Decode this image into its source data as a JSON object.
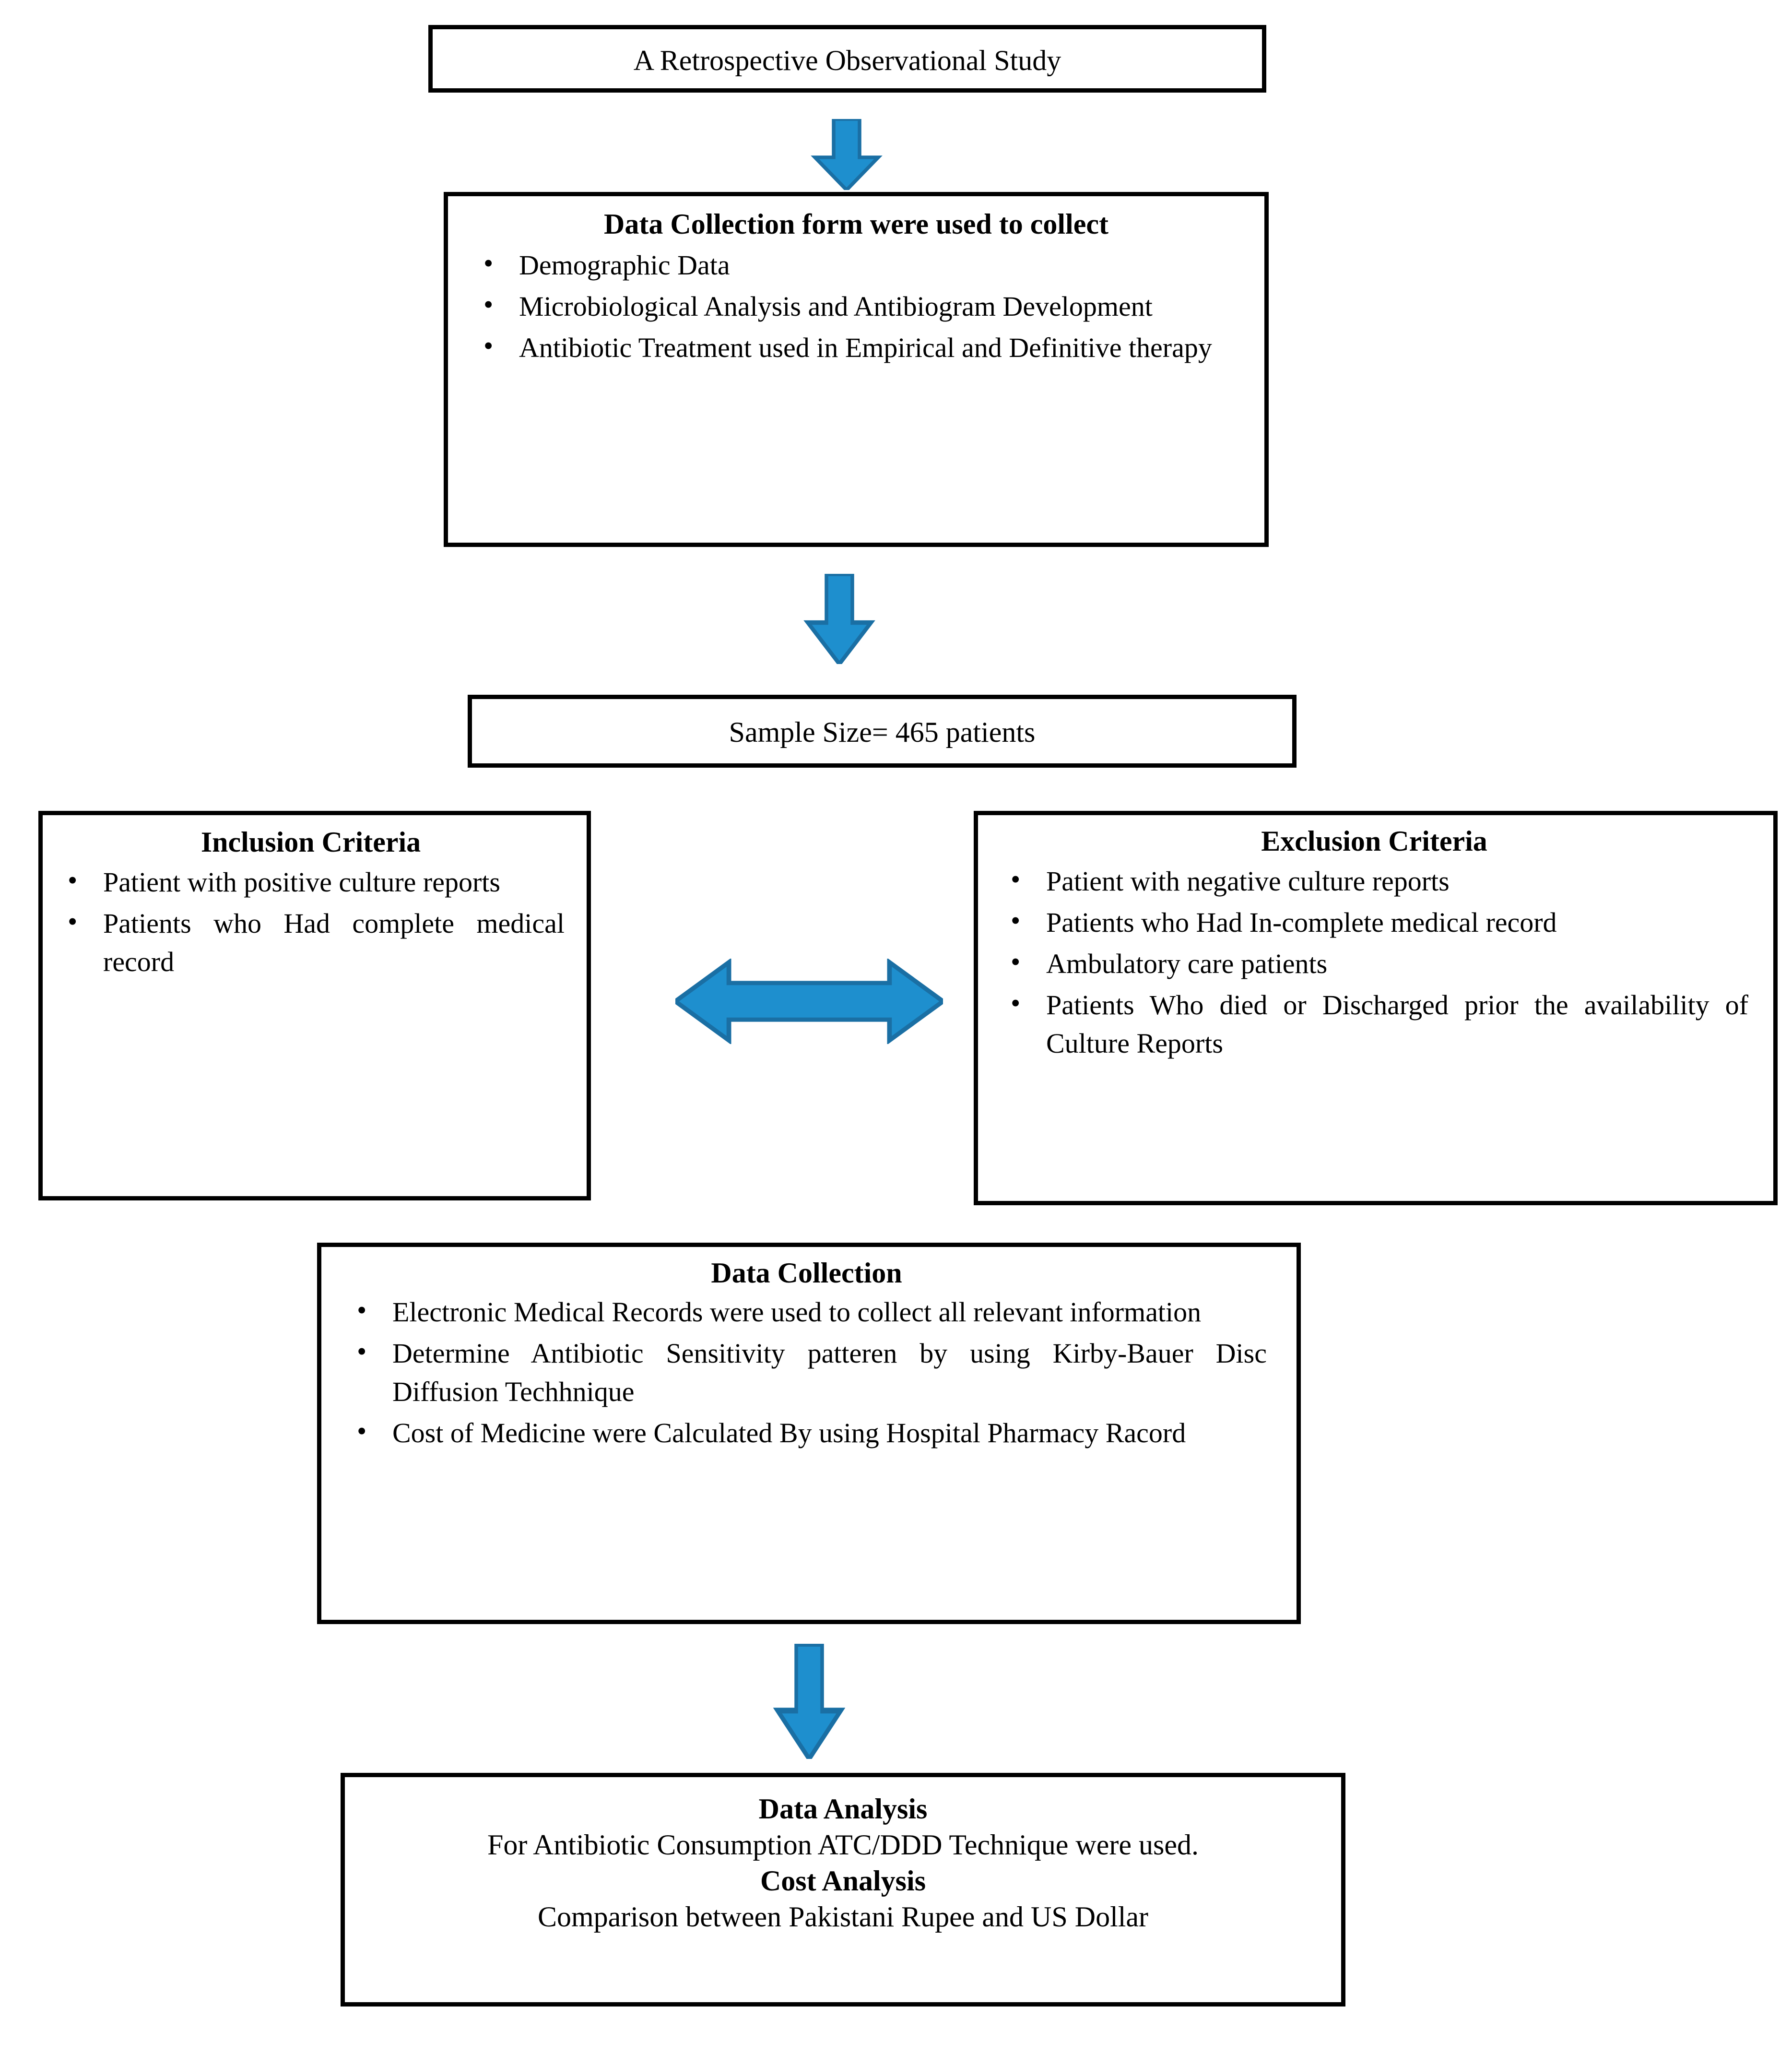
{
  "figure": {
    "type": "study-methodology-flowchart",
    "accent_color": "#1E8FCE",
    "accent_outline_color": "#1A6FA4",
    "border_color": "#000000",
    "background_color": "#FFFFFF"
  },
  "nodes": {
    "study_type": {
      "title": "A Retrospective Observational Study"
    },
    "data_collection_form": {
      "heading": "Data Collection form were used to collect",
      "bullets": [
        "Demographic Data",
        "Microbiological Analysis and Antibiogram Development",
        "Antibiotic Treatment used in Empirical and Definitive therapy"
      ]
    },
    "sample_size": {
      "text": "Sample Size= 465 patients",
      "value": 465,
      "unit": "patients"
    },
    "inclusion": {
      "heading": "Inclusion Criteria",
      "bullets": [
        "Patient with positive culture reports",
        "Patients who Had complete medical record"
      ]
    },
    "exclusion": {
      "heading": "Exclusion Criteria",
      "bullets": [
        "Patient with negative culture reports",
        "Patients who Had In-complete medical record",
        "Ambulatory care patients",
        "Patients Who died or Discharged prior the availability of Culture Reports"
      ]
    },
    "data_collection": {
      "heading": "Data Collection",
      "bullets": [
        "Electronic Medical Records were used to collect all relevant information",
        "Determine Antibiotic Sensitivity patteren by using Kirby-Bauer Disc Diffusion Techhnique",
        "Cost of Medicine were Calculated By using Hospital Pharmacy Racord"
      ]
    },
    "analysis": {
      "data_analysis_heading": "Data Analysis",
      "data_analysis_text": "For Antibiotic Consumption ATC/DDD Technique were used.",
      "cost_analysis_heading": "Cost Analysis",
      "cost_analysis_text": "Comparison between Pakistani Rupee and US Dollar"
    }
  },
  "connectors": [
    {
      "name": "arrow-study-to-form",
      "direction": "down"
    },
    {
      "name": "arrow-form-to-sample",
      "direction": "down"
    },
    {
      "name": "arrow-inclusion-exclusion",
      "direction": "left-right"
    },
    {
      "name": "arrow-collection-to-analysis",
      "direction": "down"
    }
  ]
}
